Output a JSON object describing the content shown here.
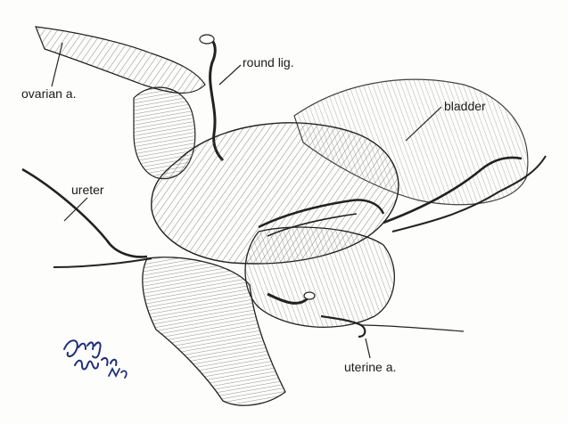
{
  "labels": {
    "ovarian": "ovarian a.",
    "round": "round lig.",
    "bladder": "bladder",
    "ureter": "ureter",
    "uterine": "uterine a."
  },
  "signature": {
    "text": "Gerry Wind MD",
    "color": "#1f2f7a"
  },
  "colors": {
    "ink": "#1a1a1a",
    "paper": "#fdfdfb"
  }
}
